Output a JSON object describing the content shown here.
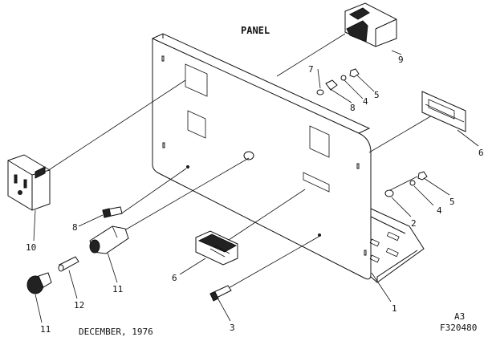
{
  "title": "PANEL",
  "date": "DECEMBER, 1976",
  "figure": {
    "sheet": "A3",
    "number": "F320480"
  },
  "callouts": {
    "c1": "1",
    "c2a": "2",
    "c3": "3",
    "c4a": "4",
    "c4b": "4",
    "c5a": "5",
    "c5b": "5",
    "c6a": "6",
    "c6b": "6",
    "c7": "7",
    "c8a": "8",
    "c8b": "8",
    "c9": "9",
    "c10": "10",
    "c11a": "11",
    "c11b": "11",
    "c12": "12"
  }
}
